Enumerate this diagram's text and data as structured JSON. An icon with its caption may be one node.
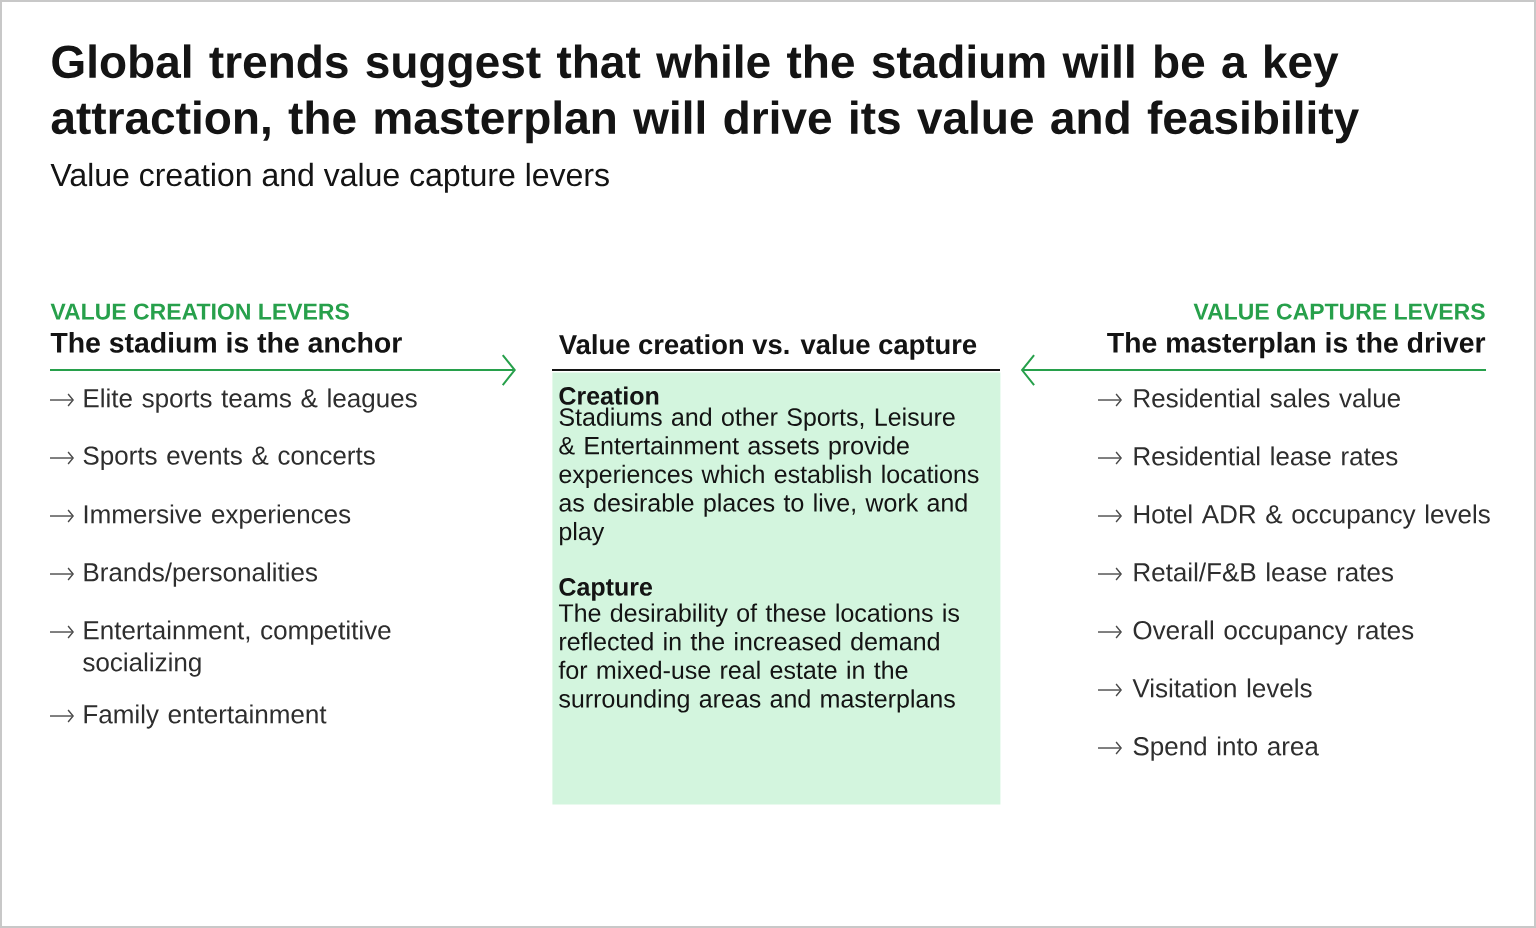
{
  "diagram": {
    "title": "Global trends suggest that while the stadium will be a key attraction, the masterplan will drive its value and feasibility",
    "nodes": [
      {
        "text": [
          "VALUE CREATION LEVERS",
          "The stadium is the anchor"
        ]
      },
      {
        "text": [
          "Value creation vs. value capture",
          "Creation",
          "Stadiums and other Sports, Leisure & Entertainment assets provide experiences which establish locations as desirable places to live, work and play",
          "Capture",
          "The desirability of these locations is reflected in the increased demand for mixed-use real estate in the surrounding areas and masterplans"
        ]
      },
      {
        "text": [
          "VALUE CAPTURE LEVERS",
          "The masterplan is the driver"
        ]
      }
    ],
    "edges": [
      {
        "from": 0,
        "to": 1,
        "arrow": "to"
      },
      {
        "from": 2,
        "to": 1,
        "arrow": "to"
      }
    ],
    "labels": [
      "Value creation and value capture levers",
      "Elite sports teams & leagues",
      "Sports events & concerts",
      "Immersive experiences",
      "Brands/personalities",
      "Entertainment, competitive socializing",
      "Family entertainment",
      "Residential sales value",
      "Residential lease rates",
      "Hotel ADR & occupancy levels",
      "Retail/F&B lease rates",
      "Overall occupancy rates",
      "Visitation levels",
      "Spend into area"
    ]
  }
}
